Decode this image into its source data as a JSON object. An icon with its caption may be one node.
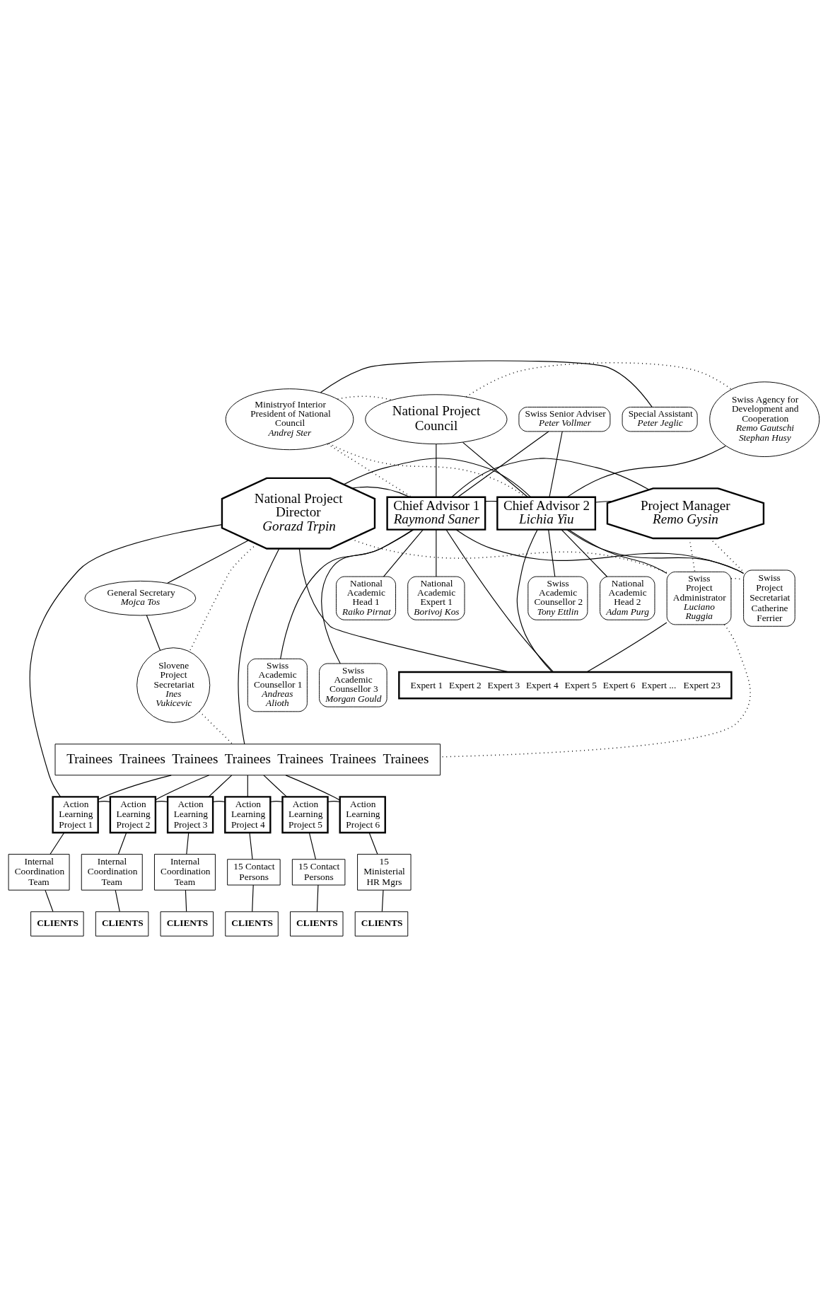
{
  "diagram": {
    "nodes": [
      {
        "text": [
          "Swiss Senior Adviser",
          "Peter Vollmer"
        ]
      },
      {
        "text": [
          "Ministryof Interior President of National Council",
          "Andrej Ster"
        ]
      },
      {
        "text": [
          "National Project Council"
        ]
      },
      {
        "text": [
          "Swiss Agency for Development and Cooperation",
          "Remo Gautschi",
          "Stephan Husy"
        ]
      },
      {
        "text": [
          "Special Assistant",
          "Peter Jeglic"
        ]
      },
      {
        "text": [
          "National Project Director",
          "Gorazd Trpin"
        ]
      },
      {
        "text": [
          "Chief Advisor 1",
          "Raymond Saner"
        ]
      },
      {
        "text": [
          "Chief Advisor 2",
          "Lichia Yiu"
        ]
      },
      {
        "text": [
          "Project Manager",
          "Remo Gysin"
        ]
      },
      {
        "text": [
          "General Secretary",
          "Mojca Tos"
        ]
      },
      {
        "text": [
          "National Academic Head 1",
          "Raiko Pirnat"
        ]
      },
      {
        "text": [
          "National Academic Expert 1",
          "Borivoj Kos"
        ]
      },
      {
        "text": [
          "Swiss Academic Counsellor 2",
          "Tony Ettlin"
        ]
      },
      {
        "text": [
          "National Academic Head 2",
          "Adam Purg"
        ]
      },
      {
        "text": [
          "Swiss Project Administrator",
          "Luciano Ruggia"
        ]
      },
      {
        "text": [
          "Swiss Project Secretariat",
          "Catherine Ferrier"
        ]
      },
      {
        "text": [
          "Slovene Project Secretariat",
          "Ines Vukicevic"
        ]
      },
      {
        "text": [
          "Swiss Academic Counsellor 1",
          "Andreas Alioth"
        ]
      },
      {
        "text": [
          "Swiss Academic Counsellor 3",
          "Morgan Gould"
        ]
      },
      {
        "text": [
          "Expert 1",
          "Expert 2",
          "Expert 3",
          "Expert 4",
          "Expert 5",
          "Expert 6",
          "Expert ...",
          "Expert 23"
        ]
      },
      {
        "text": [
          "Trainees",
          "Trainees",
          "Trainees",
          "Trainees",
          "Trainees",
          "Trainees",
          "Trainees"
        ]
      },
      {
        "text": [
          "Action Learning Project 1"
        ]
      },
      {
        "text": [
          "Action Learning Project 2"
        ]
      },
      {
        "text": [
          "Action Learning Project 3"
        ]
      },
      {
        "text": [
          "Action Learning Project 4"
        ]
      },
      {
        "text": [
          "Action Learning Project 5"
        ]
      },
      {
        "text": [
          "Action Learning Project 6"
        ]
      },
      {
        "text": [
          "Internal Coordination Team"
        ]
      },
      {
        "text": [
          "Internal Coordination Team"
        ]
      },
      {
        "text": [
          "Internal Coordination Team"
        ]
      },
      {
        "text": [
          "15 Contact Persons"
        ]
      },
      {
        "text": [
          "15 Contact Persons"
        ]
      },
      {
        "text": [
          "15 Ministerial HR Mgrs"
        ]
      },
      {
        "text": [
          "CLIENTS"
        ]
      },
      {
        "text": [
          "CLIENTS"
        ]
      },
      {
        "text": [
          "CLIENTS"
        ]
      },
      {
        "text": [
          "CLIENTS"
        ]
      },
      {
        "text": [
          "CLIENTS"
        ]
      },
      {
        "text": [
          "CLIENTS"
        ]
      }
    ],
    "edges": [
      {
        "from": 1,
        "to": 4,
        "arrow": "none"
      },
      {
        "from": 1,
        "to": 2,
        "arrow": "none",
        "style": "dashed"
      },
      {
        "from": 2,
        "to": 3,
        "arrow": "none",
        "style": "dashed"
      },
      {
        "from": 1,
        "to": 6,
        "arrow": "none",
        "style": "dashed"
      },
      {
        "from": 1,
        "to": 7,
        "arrow": "none",
        "style": "dashed"
      },
      {
        "from": 2,
        "to": 6,
        "arrow": "none"
      },
      {
        "from": 2,
        "to": 7,
        "arrow": "none"
      },
      {
        "from": 3,
        "to": 7,
        "arrow": "none"
      },
      {
        "from": 0,
        "to": 7,
        "arrow": "none"
      },
      {
        "from": 0,
        "to": 6,
        "arrow": "none"
      },
      {
        "from": 6,
        "to": 8,
        "arrow": "none"
      },
      {
        "from": 5,
        "to": 6,
        "arrow": "none"
      },
      {
        "from": 6,
        "to": 7,
        "arrow": "none"
      },
      {
        "from": 7,
        "to": 8,
        "arrow": "none"
      },
      {
        "from": 5,
        "to": 7,
        "arrow": "none"
      },
      {
        "from": 5,
        "to": 9,
        "arrow": "none"
      },
      {
        "from": 9,
        "to": 16,
        "arrow": "none"
      },
      {
        "from": 5,
        "to": 16,
        "arrow": "none",
        "style": "dashed"
      },
      {
        "from": 6,
        "to": 10,
        "arrow": "none"
      },
      {
        "from": 6,
        "to": 11,
        "arrow": "none"
      },
      {
        "from": 6,
        "to": 17,
        "arrow": "none"
      },
      {
        "from": 6,
        "to": 18,
        "arrow": "none"
      },
      {
        "from": 6,
        "to": 15,
        "arrow": "none"
      },
      {
        "from": 7,
        "to": 12,
        "arrow": "none"
      },
      {
        "from": 7,
        "to": 13,
        "arrow": "none"
      },
      {
        "from": 7,
        "to": 14,
        "arrow": "none"
      },
      {
        "from": 7,
        "to": 15,
        "arrow": "none"
      },
      {
        "from": 8,
        "to": 14,
        "arrow": "none",
        "style": "dashed"
      },
      {
        "from": 8,
        "to": 15,
        "arrow": "none",
        "style": "dashed"
      },
      {
        "from": 14,
        "to": 15,
        "arrow": "none",
        "style": "dashed"
      },
      {
        "from": 5,
        "to": 14,
        "arrow": "none",
        "style": "dashed"
      },
      {
        "from": 6,
        "to": 19,
        "arrow": "none"
      },
      {
        "from": 7,
        "to": 19,
        "arrow": "none"
      },
      {
        "from": 14,
        "to": 19,
        "arrow": "none"
      },
      {
        "from": 14,
        "to": 20,
        "arrow": "none",
        "style": "dashed"
      },
      {
        "from": 5,
        "to": 19,
        "arrow": "none"
      },
      {
        "from": 5,
        "to": 20,
        "arrow": "none"
      },
      {
        "from": 16,
        "to": 20,
        "arrow": "none",
        "style": "dashed"
      },
      {
        "from": 5,
        "to": 21,
        "arrow": "none"
      },
      {
        "from": 20,
        "to": 21,
        "arrow": "none"
      },
      {
        "from": 20,
        "to": 22,
        "arrow": "none"
      },
      {
        "from": 20,
        "to": 23,
        "arrow": "none"
      },
      {
        "from": 20,
        "to": 24,
        "arrow": "none"
      },
      {
        "from": 20,
        "to": 25,
        "arrow": "none"
      },
      {
        "from": 20,
        "to": 26,
        "arrow": "none"
      },
      {
        "from": 21,
        "to": 22,
        "arrow": "none"
      },
      {
        "from": 22,
        "to": 23,
        "arrow": "none"
      },
      {
        "from": 23,
        "to": 24,
        "arrow": "none"
      },
      {
        "from": 24,
        "to": 25,
        "arrow": "none"
      },
      {
        "from": 25,
        "to": 26,
        "arrow": "none"
      },
      {
        "from": 21,
        "to": 27,
        "arrow": "none"
      },
      {
        "from": 22,
        "to": 28,
        "arrow": "none"
      },
      {
        "from": 23,
        "to": 29,
        "arrow": "none"
      },
      {
        "from": 24,
        "to": 30,
        "arrow": "none"
      },
      {
        "from": 25,
        "to": 31,
        "arrow": "none"
      },
      {
        "from": 26,
        "to": 32,
        "arrow": "none"
      },
      {
        "from": 27,
        "to": 33,
        "arrow": "none"
      },
      {
        "from": 28,
        "to": 34,
        "arrow": "none"
      },
      {
        "from": 29,
        "to": 35,
        "arrow": "none"
      },
      {
        "from": 30,
        "to": 36,
        "arrow": "none"
      },
      {
        "from": 31,
        "to": 37,
        "arrow": "none"
      },
      {
        "from": 32,
        "to": 38,
        "arrow": "none"
      }
    ]
  }
}
